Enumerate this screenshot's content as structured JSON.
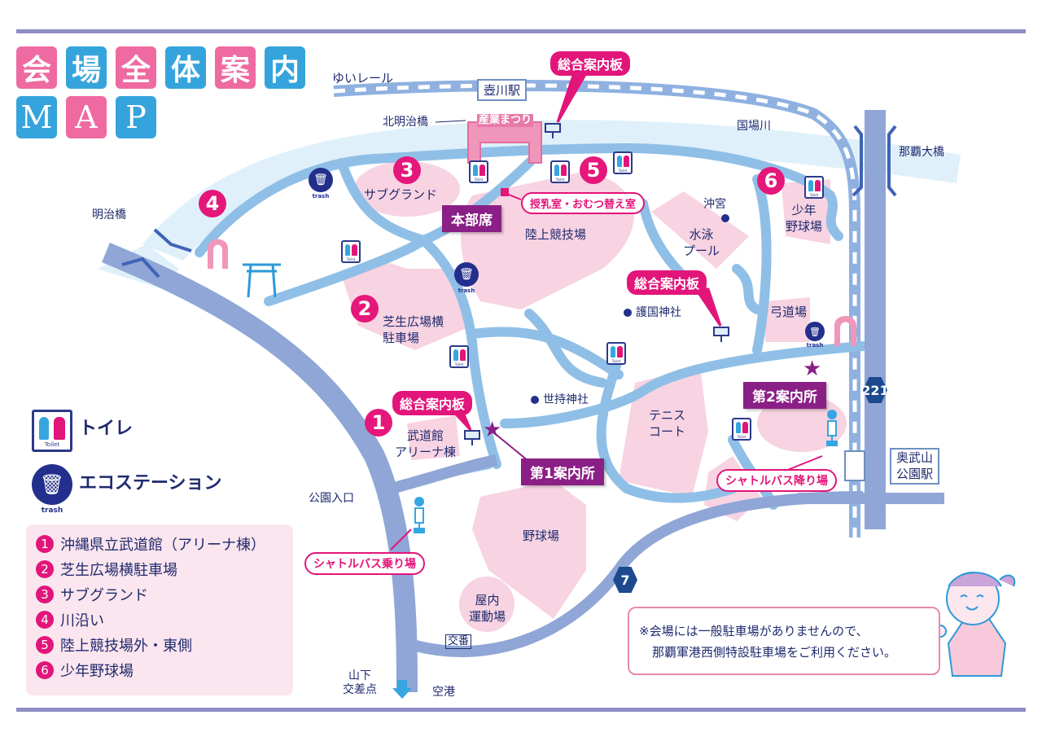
{
  "title": {
    "row1": [
      "会",
      "場",
      "全",
      "体",
      "案",
      "内"
    ],
    "row2": [
      "M",
      "A",
      "P"
    ]
  },
  "colors": {
    "pink_tile": "#ee6aa0",
    "blue_tile": "#35a4dc",
    "magenta": "#e2157a",
    "purple": "#8a1f86",
    "navy_text": "#1f2a6e",
    "road": "#8fa6d6",
    "path": "#8fbfe6",
    "river": "#dff0fa",
    "venue_area": "#f8d3e2",
    "rule": "#8f8cc4"
  },
  "map": {
    "rail_label": "ゆいレール",
    "stations": {
      "tsubogawa": "壺川駅",
      "okubuyama": [
        "奥武山",
        "公園駅"
      ]
    },
    "rivers": {
      "kokuba": "国場川"
    },
    "bridges": {
      "kita_meiji": "北明治橋",
      "meiji": "明治橋",
      "naha_ohashi": "那覇大橋"
    },
    "gate_label": "産業まつり",
    "hq": "本部席",
    "nursing_room": "授乳室・おむつ替え室",
    "info_boards": [
      "総合案内板",
      "総合案内板",
      "総合案内板"
    ],
    "info_centers": [
      "第1案内所",
      "第2案内所"
    ],
    "shuttle_boarding": "シャトルバス乗り場",
    "shuttle_dropoff": "シャトルバス降り場",
    "route_numbers": [
      "221",
      "7"
    ],
    "places": {
      "subground": "サブグランド",
      "stadium": "陸上競技場",
      "pool": [
        "水泳",
        "プール"
      ],
      "okinogu": "沖宮",
      "youth_baseball": [
        "少年",
        "野球場"
      ],
      "gokoku": "護国神社",
      "kyudo": "弓道場",
      "sejimochi": "世持神社",
      "tennis": [
        "テニス",
        "コート"
      ],
      "budokan": [
        "武道館",
        "アリーナ棟"
      ],
      "shibafu": [
        "芝生広場横",
        "駐車場"
      ],
      "baseball": "野球場",
      "indoor": [
        "屋内",
        "運動場"
      ],
      "police_box": "交番",
      "park_entrance": "公園入口",
      "yamashita": [
        "山下",
        "交差点"
      ],
      "airport": "空港"
    },
    "area_numbers": [
      "1",
      "2",
      "3",
      "4",
      "5",
      "6"
    ],
    "toilet_icon_text": "Toilet",
    "trash_icon_text": "trash"
  },
  "legend": {
    "toilet": "トイレ",
    "eco_station": "エコステーション",
    "areas": [
      {
        "num": "1",
        "label": "沖縄県立武道館（アリーナ棟）"
      },
      {
        "num": "2",
        "label": "芝生広場横駐車場"
      },
      {
        "num": "3",
        "label": "サブグランド"
      },
      {
        "num": "4",
        "label": "川沿い"
      },
      {
        "num": "5",
        "label": "陸上競技場外・東側"
      },
      {
        "num": "6",
        "label": "少年野球場"
      }
    ]
  },
  "notice": {
    "line1": "※会場には一般駐車場がありませんので、",
    "line2": "那覇軍港西側特設駐車場をご利用ください。"
  }
}
